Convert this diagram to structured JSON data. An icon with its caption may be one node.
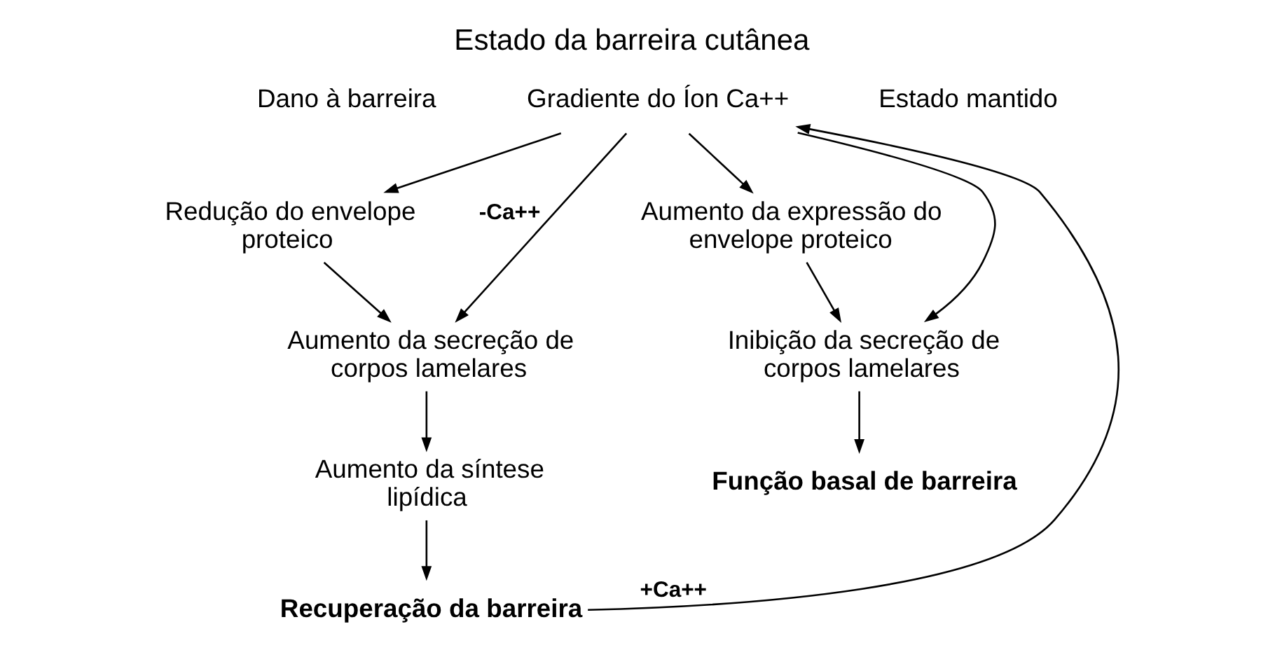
{
  "diagram": {
    "title": "Estado da barreira cutânea",
    "nodes": [
      {
        "text": [
          "Gradiente do Íon Ca++"
        ]
      },
      {
        "text": [
          "Redução do envelope proteico"
        ]
      },
      {
        "text": [
          "Aumento da secreção de corpos lamelares"
        ]
      },
      {
        "text": [
          "Aumento da síntese lipídica"
        ]
      },
      {
        "text": [
          "Recuperação da barreira"
        ]
      },
      {
        "text": [
          "Aumento da expressão do envelope proteico"
        ]
      },
      {
        "text": [
          "Inibição da secreção de corpos lamelares"
        ]
      },
      {
        "text": [
          "Função basal de barreira"
        ]
      }
    ],
    "edges": [
      {
        "from": 0,
        "to": 1,
        "arrow": "to"
      },
      {
        "from": 0,
        "to": 2,
        "arrow": "to",
        "label": "-Ca++"
      },
      {
        "from": 0,
        "to": 6,
        "arrow": "to"
      },
      {
        "from": 0,
        "to": 5,
        "arrow": "to"
      },
      {
        "from": 1,
        "to": 2,
        "arrow": "to"
      },
      {
        "from": 2,
        "to": 3,
        "arrow": "to"
      },
      {
        "from": 3,
        "to": 4,
        "arrow": "to"
      },
      {
        "from": 4,
        "to": 0,
        "arrow": "to",
        "label": "+Ca++"
      },
      {
        "from": 5,
        "to": 6,
        "arrow": "to"
      },
      {
        "from": 6,
        "to": 7,
        "arrow": "to"
      }
    ],
    "labels": [
      "Dano à barreira",
      "Estado mantido"
    ]
  }
}
